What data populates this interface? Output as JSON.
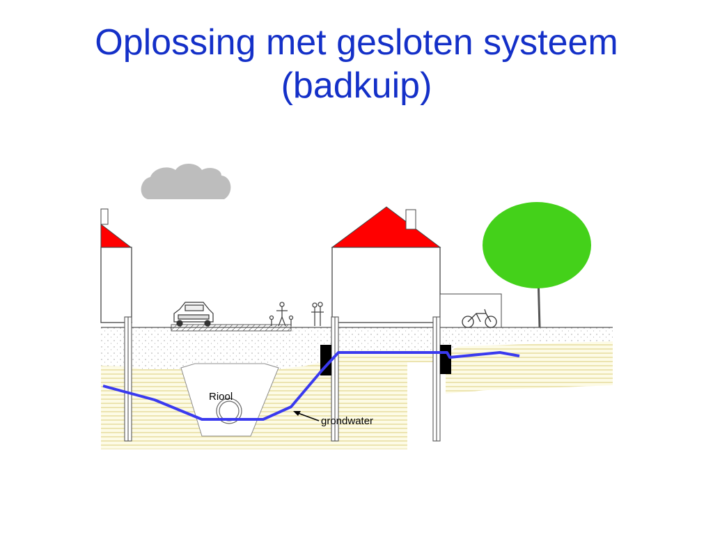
{
  "slide": {
    "title_line1": "Oplossing met gesloten systeem",
    "title_line2": "(badkuip)"
  },
  "diagram": {
    "labels": {
      "sewer": "Riool",
      "groundwater": "grondwater"
    },
    "colors": {
      "title": "#1430c8",
      "roof": "#ff0000",
      "groundwater_line": "#3a3aef",
      "tree_crown": "#44d11a",
      "cloud": "#bdbdbd",
      "sand_hatch": "#e8dd9a",
      "seal_block": "#000000"
    }
  }
}
